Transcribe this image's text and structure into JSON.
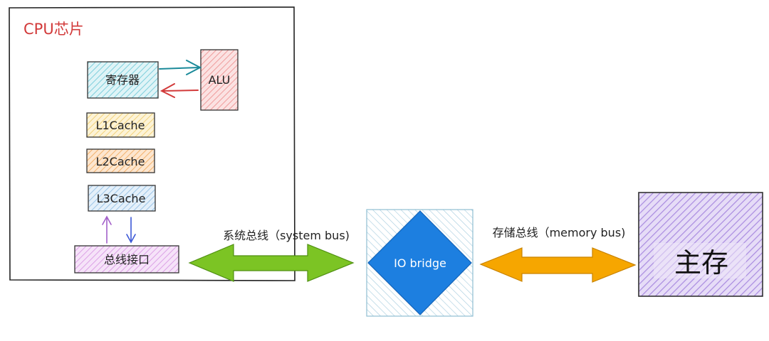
{
  "cpu": {
    "title": "CPU芯片"
  },
  "components": {
    "registers": "寄存器",
    "alu": "ALU",
    "l1": "L1Cache",
    "l2": "L2Cache",
    "l3": "L3Cache",
    "bus_interface": "总线接口"
  },
  "io_bridge": "IO bridge",
  "system_bus": "系统总线（system bus)",
  "memory_bus": "存储总线（memory bus)",
  "main_memory": "主存",
  "colors": {
    "cpu_title": "#d23a3a",
    "registers_fill": "#9fdce6",
    "alu_fill": "#f2a3a3",
    "l1_fill": "#f7dc8c",
    "l2_fill": "#f5b979",
    "l3_fill": "#a9cdea",
    "bus_interface_fill": "#e5b3ec",
    "system_bus_arrow": "#7cc424",
    "memory_bus_arrow": "#f6a600",
    "io_diamond": "#1d7fe0",
    "main_memory_fill": "#bfa7ea",
    "arrow_reg_to_alu": "#1b8a9a",
    "arrow_alu_to_reg": "#d23a3a",
    "arrow_up": "#a25fc9",
    "arrow_down": "#3c58d6"
  }
}
